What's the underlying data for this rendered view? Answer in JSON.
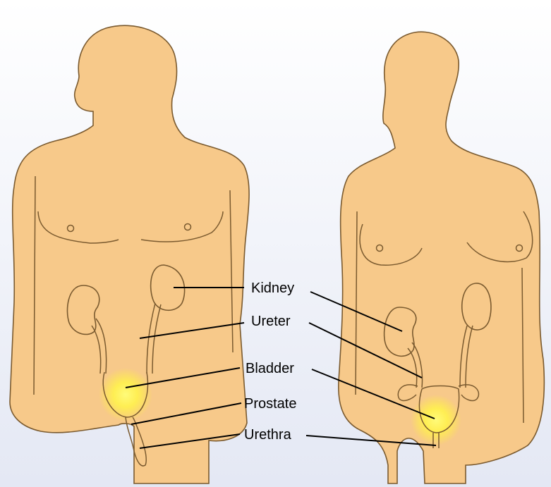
{
  "colors": {
    "background_top": "#ffffff",
    "background_bottom": "#e4e8f4",
    "skin": "#f7c98a",
    "outline": "#7a5a2f",
    "highlight": "#fff26a",
    "leader_lines": "#000000"
  },
  "labels": {
    "kidney": "Kidney",
    "ureter": "Ureter",
    "bladder": "Bladder",
    "prostate": "Prostate",
    "urethra": "Urethra"
  }
}
